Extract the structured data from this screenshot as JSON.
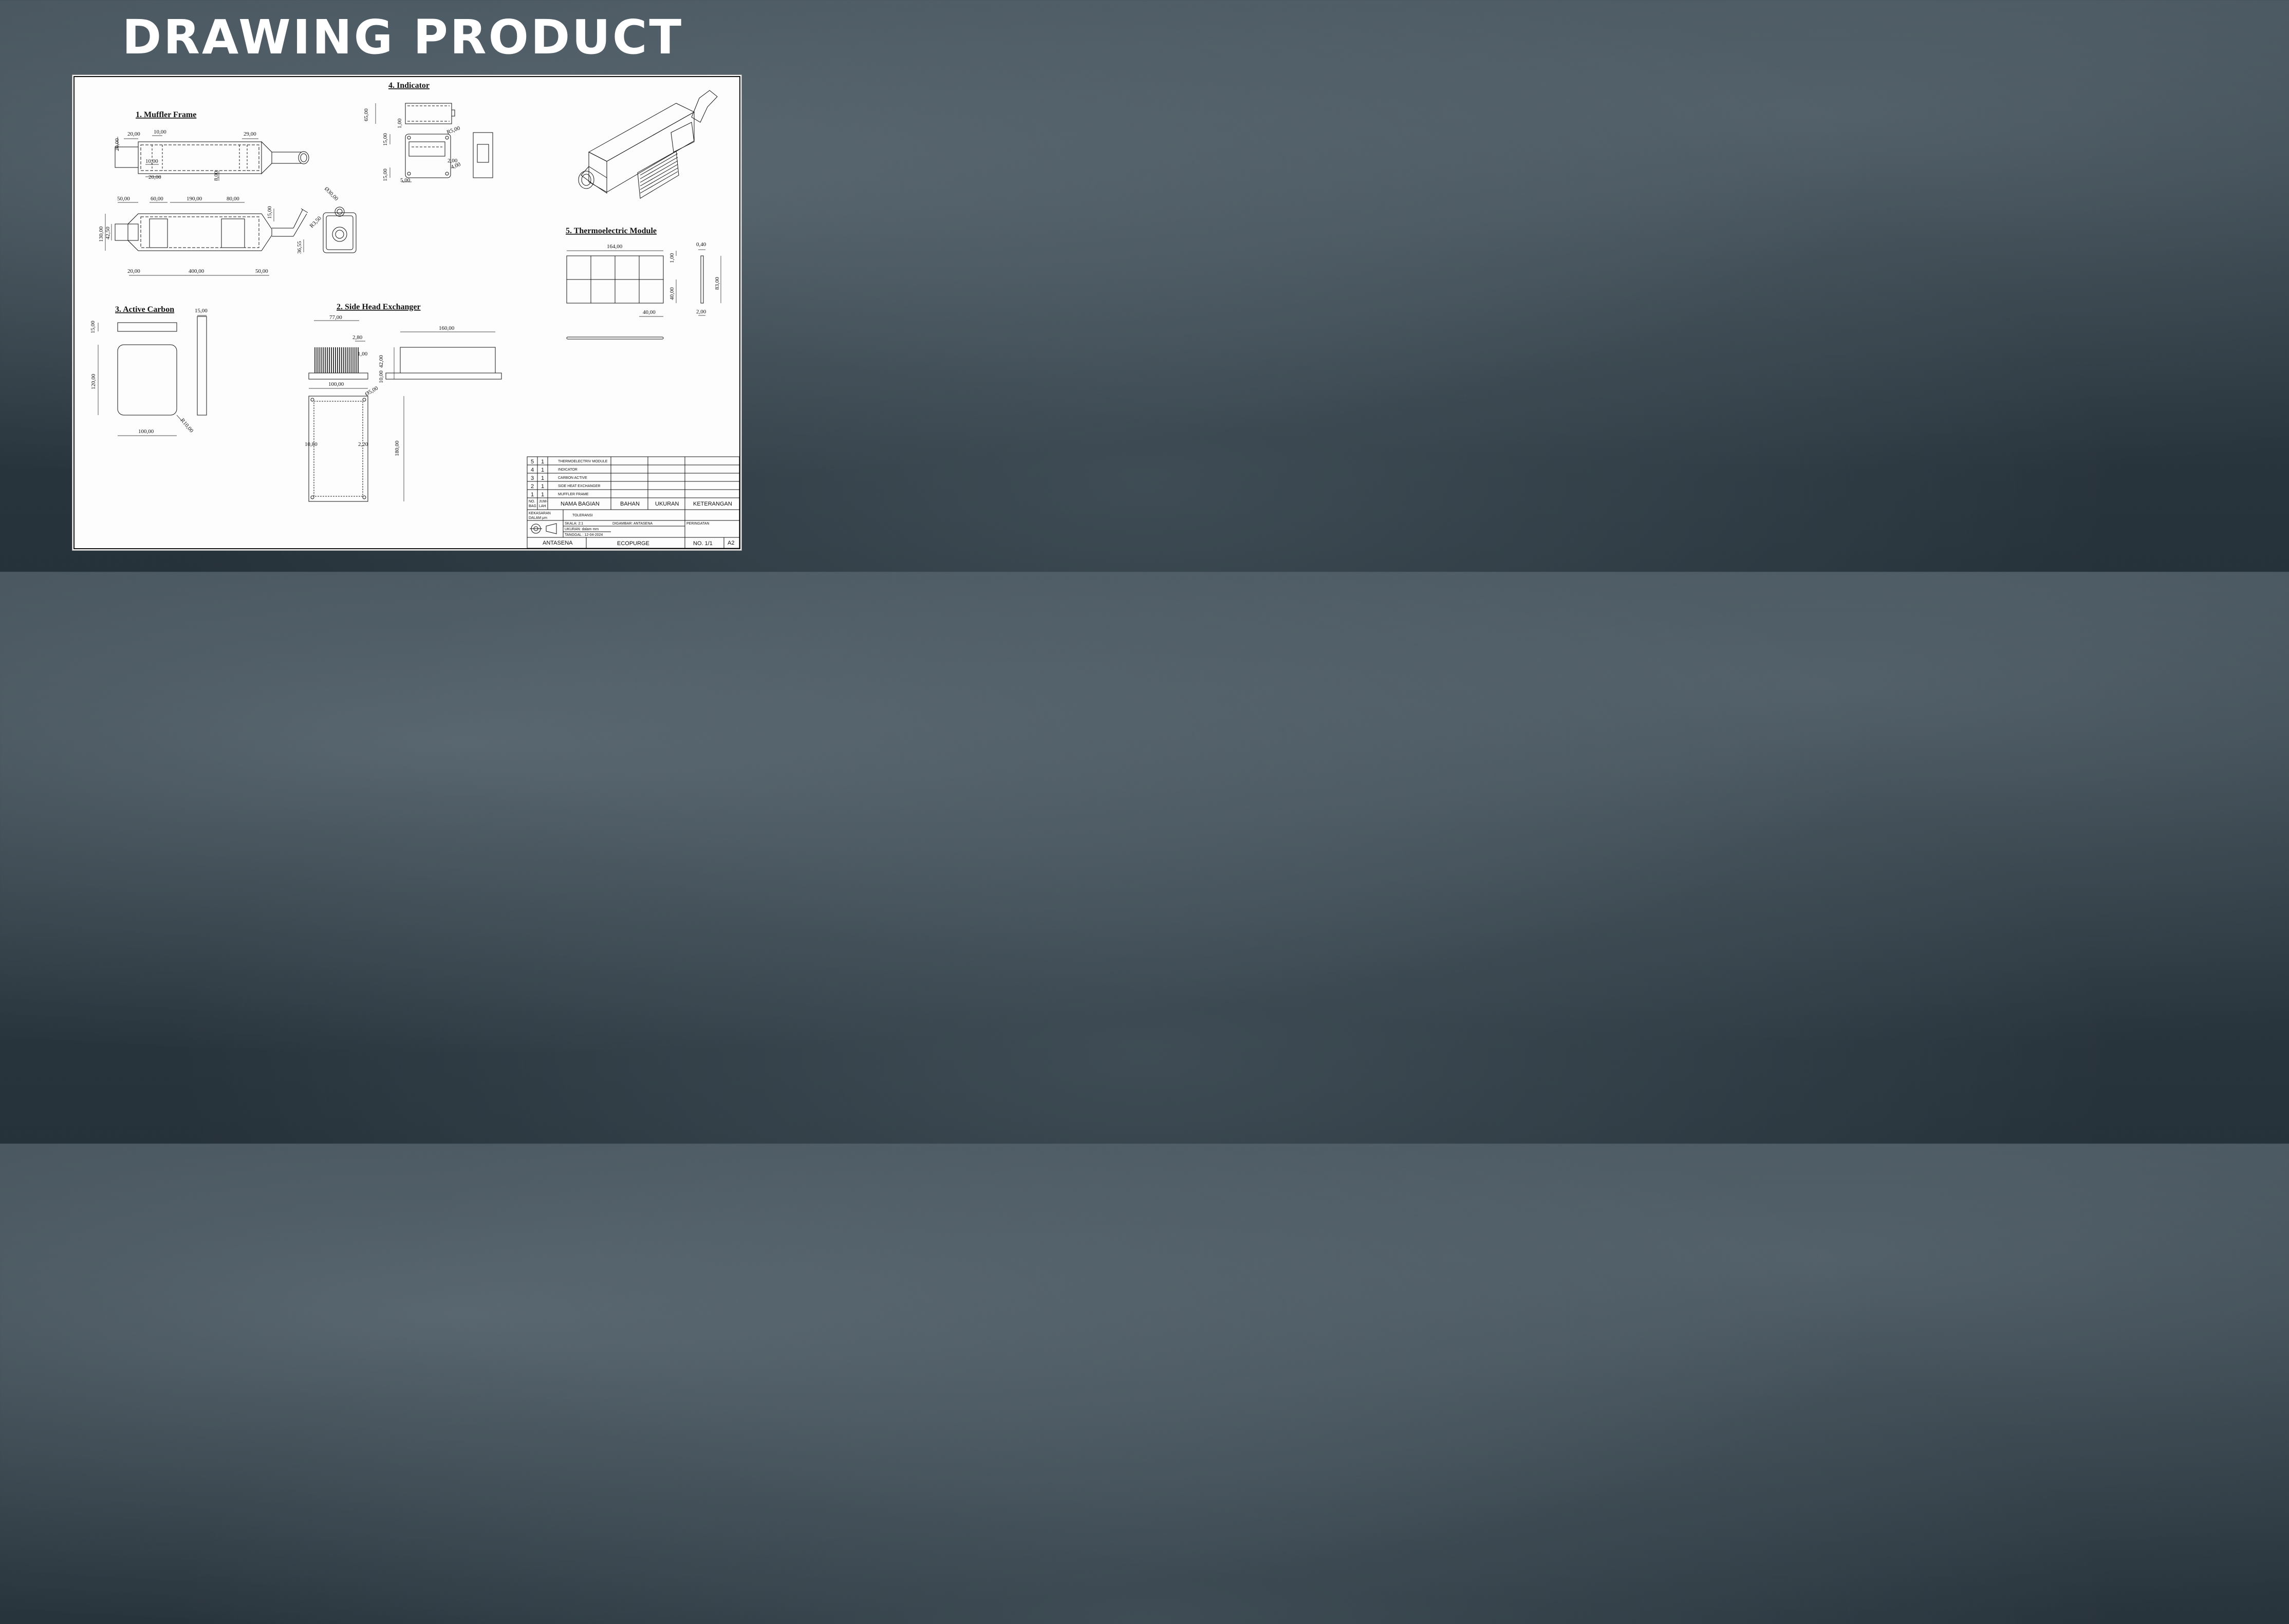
{
  "header": {
    "title": "DRAWING PRODUCT"
  },
  "sections": {
    "muffler": "1. Muffler Frame",
    "exchanger": "2. Side Head Exchanger",
    "carbon": "3. Active Carbon",
    "indicator": "4. Indicator",
    "thermo": "5. Thermoelectric Module"
  },
  "dims": {
    "muffler": [
      "20,00",
      "10,00",
      "29,00",
      "20,00",
      "10,00",
      "20,00",
      "8,00",
      "50,00",
      "60,00",
      "190,00",
      "80,00",
      "15,00",
      "130,00",
      "42,50",
      "36,55",
      "20,00",
      "400,00",
      "50,00",
      "Ø30,00",
      "R3,50"
    ],
    "indicator": [
      "65,00",
      "1,00",
      "R5,00",
      "15,00",
      "2,00",
      "4,00",
      "15,00",
      "5,00"
    ],
    "carbon": [
      "15,00",
      "15,00",
      "120,00",
      "100,00",
      "R10,00"
    ],
    "exchanger": [
      "77,00",
      "2,80",
      "1,00",
      "42,00",
      "10,00",
      "100,00",
      "Ø5,00",
      "10,80",
      "2,20",
      "180,00",
      "160,00"
    ],
    "thermo": [
      "164,00",
      "1,00",
      "0,40",
      "83,00",
      "40,00",
      "40,00",
      "2,00"
    ]
  },
  "parts_list": [
    {
      "no": "5",
      "qty": "1",
      "name": "THERMOELECTRIV MODULE"
    },
    {
      "no": "4",
      "qty": "1",
      "name": "INDICATOR"
    },
    {
      "no": "3",
      "qty": "1",
      "name": "CARBON ACTIVE"
    },
    {
      "no": "2",
      "qty": "1",
      "name": "SIDE HEAT EXCHANGER"
    },
    {
      "no": "1",
      "qty": "1",
      "name": "MUFFLER FRAME"
    }
  ],
  "title_block": {
    "h_no": "NO.",
    "h_bag": "BAG",
    "h_jum": "JUM-",
    "h_lah": "LAH",
    "h_nama": "NAMA BAGIAN",
    "h_bahan": "BAHAN",
    "h_ukuran": "UKURAN",
    "h_ket": "KETERANGAN",
    "kekasaran": "KEKASARAN",
    "dalam": "DALAM μm",
    "toleransi": "TOLERANSI",
    "skala": "SKALA: 2:1",
    "ukuran_mm": "UKURAN: dalam mm",
    "tanggal": "TANGGAL : 12-04-2024",
    "digambar": "DIGAMBAR: ANTASENA",
    "peringatan": "PERINGATAN",
    "company": "ANTASENA",
    "product": "ECOPURGE",
    "sheet_no": "NO. 1/1",
    "size": "A2"
  }
}
